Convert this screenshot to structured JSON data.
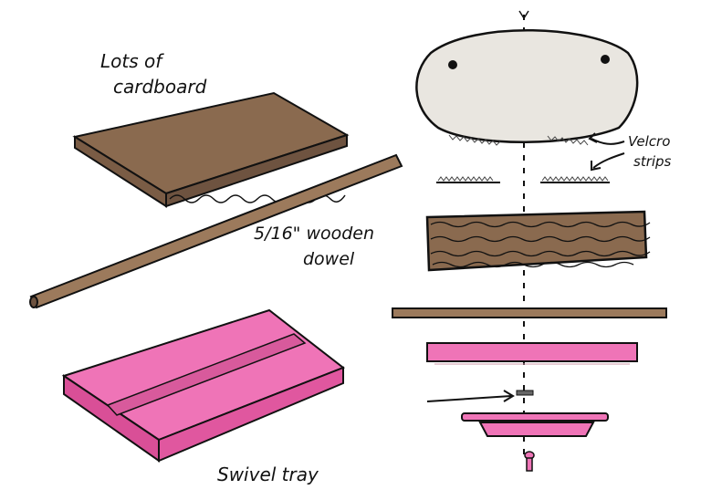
{
  "labels": {
    "cardboard_line1": "Lots of",
    "cardboard_line2": "cardboard",
    "dowel_line1": "5/16\" wooden",
    "dowel_line2": "dowel",
    "velcro_line1": "Velcro",
    "velcro_line2": "strips",
    "tray": "Swivel tray"
  },
  "colors": {
    "cardboard": "#8a6a4f",
    "cardboard_dark": "#6e5340",
    "dowel": "#9c7a5c",
    "tray_pink": "#ef74b7",
    "cushion": "#e9e6e0",
    "ink": "#111111"
  }
}
